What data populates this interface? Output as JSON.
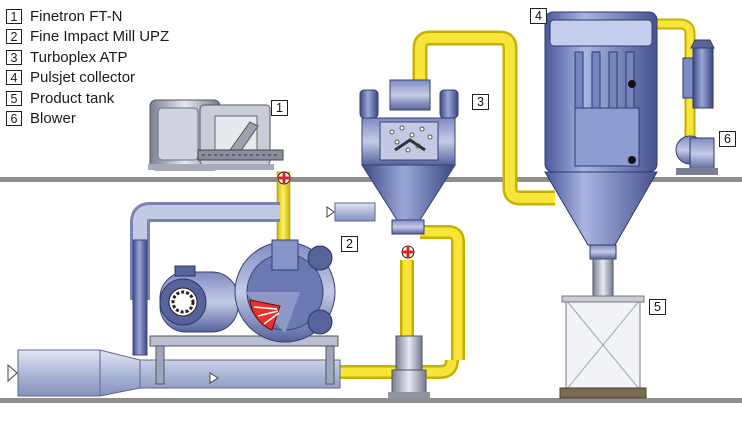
{
  "legend": [
    {
      "num": "1",
      "label": "Finetron  FT-N"
    },
    {
      "num": "2",
      "label": "Fine Impact Mill  UPZ"
    },
    {
      "num": "3",
      "label": "Turboplex  ATP"
    },
    {
      "num": "4",
      "label": "Pulsjet collector"
    },
    {
      "num": "5",
      "label": "Product tank"
    },
    {
      "num": "6",
      "label": "Blower"
    }
  ],
  "tags": {
    "finetron": "1",
    "mill": "2",
    "classifier": "3",
    "collector": "4",
    "tank": "5",
    "blower": "6"
  },
  "colors": {
    "pipe_yellow": "#f6e21a",
    "equipment_blue": "#5d6ea8",
    "duct_grey_blue": "#b9c2dc",
    "floor_grey": "#8e8e8e"
  }
}
